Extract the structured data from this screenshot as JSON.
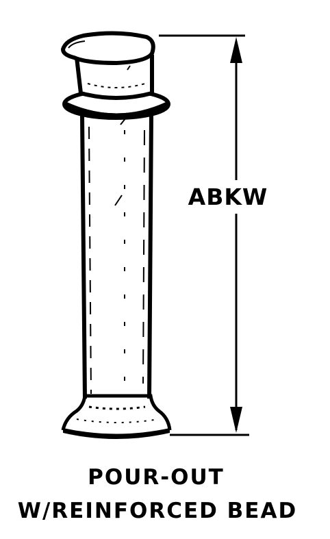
{
  "diagram": {
    "dimension_label": "ABKW",
    "caption": {
      "line1": "POUR-OUT",
      "line2": "W/REINFORCED BEAD"
    },
    "colors": {
      "ink": "#000000",
      "paper": "#ffffff"
    }
  }
}
